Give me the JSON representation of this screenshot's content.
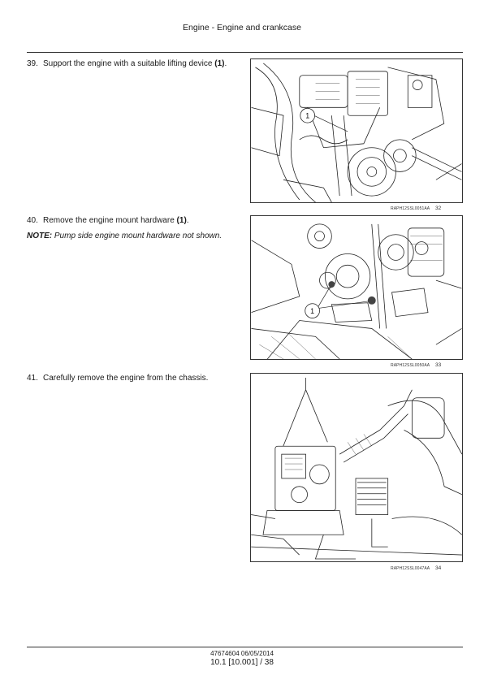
{
  "header": {
    "title": "Engine - Engine and crankcase"
  },
  "steps": [
    {
      "number": "39.",
      "text": "Support the engine with a suitable lifting device ",
      "bold": "(1)",
      "tail": ".",
      "figure": {
        "ref": "RAPH12SSL0051AA",
        "num": "32",
        "callouts": [
          "1"
        ]
      }
    },
    {
      "number": "40.",
      "text": "Remove the engine mount hardware ",
      "bold": "(1)",
      "tail": ".",
      "note_label": "NOTE:",
      "note_text": " Pump side engine mount hardware not shown.",
      "figure": {
        "ref": "RAPH12SSL0050AA",
        "num": "33",
        "callouts": [
          "1"
        ]
      }
    },
    {
      "number": "41.",
      "text": "Carefully remove the engine from the chassis.",
      "figure": {
        "ref": "RAPH12SSL0047AA",
        "num": "34"
      }
    }
  ],
  "footer": {
    "doc_id": "47674604 06/05/2014",
    "page": "10.1 [10.001] / 38"
  }
}
